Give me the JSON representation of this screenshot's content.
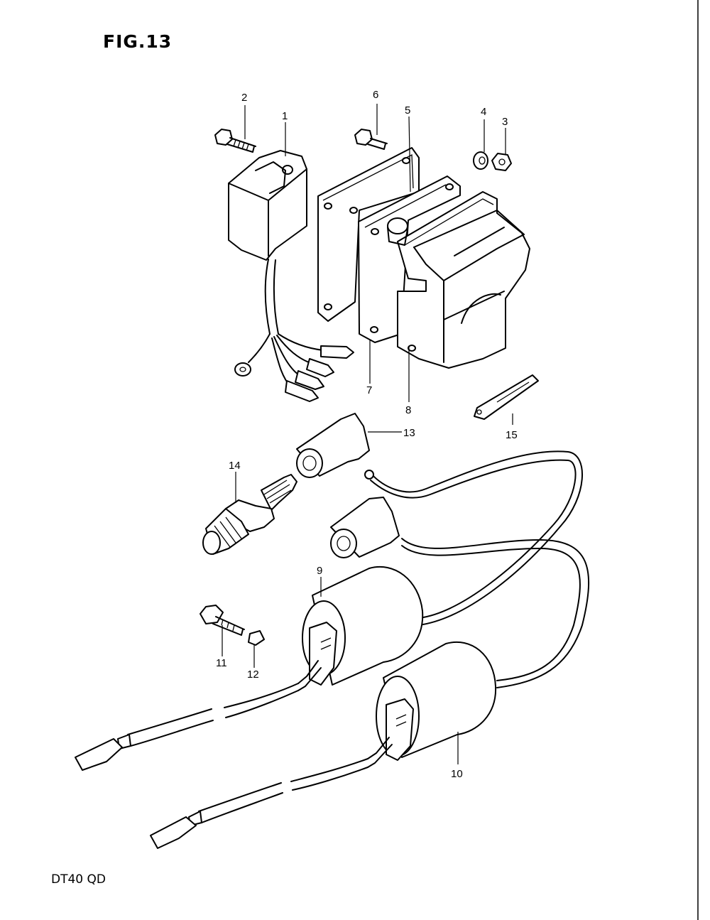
{
  "figure": {
    "title": "FIG.13"
  },
  "footer": {
    "model": "DT40 QD"
  },
  "callouts": {
    "p1": "1",
    "p2": "2",
    "p3": "3",
    "p4": "4",
    "p5": "5",
    "p6": "6",
    "p7": "7",
    "p8": "8",
    "p9": "9",
    "p10": "10",
    "p11": "11",
    "p12": "12",
    "p13": "13",
    "p14": "14",
    "p15": "15"
  }
}
